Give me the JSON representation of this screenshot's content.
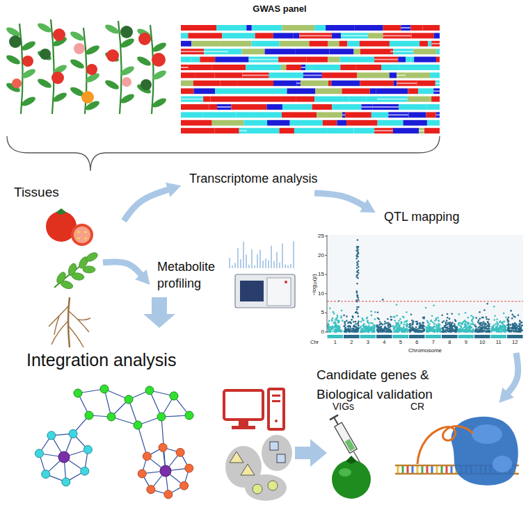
{
  "diagram": {
    "labels": [
      "GWAS panel",
      "Tissues",
      "Transcriptome analysis",
      "QTL mapping",
      "Metabolite profiling",
      "Integration analysis",
      "Candidate genes & Biological validation",
      "VIGs",
      "CR",
      "25",
      "20",
      "15",
      "10",
      "5",
      "0",
      "1",
      "2",
      "3",
      "4",
      "5",
      "6",
      "7",
      "8",
      "9",
      "10",
      "11",
      "12",
      "Chromosome",
      "Chr",
      "−log₁₀(p)"
    ]
  }
}
